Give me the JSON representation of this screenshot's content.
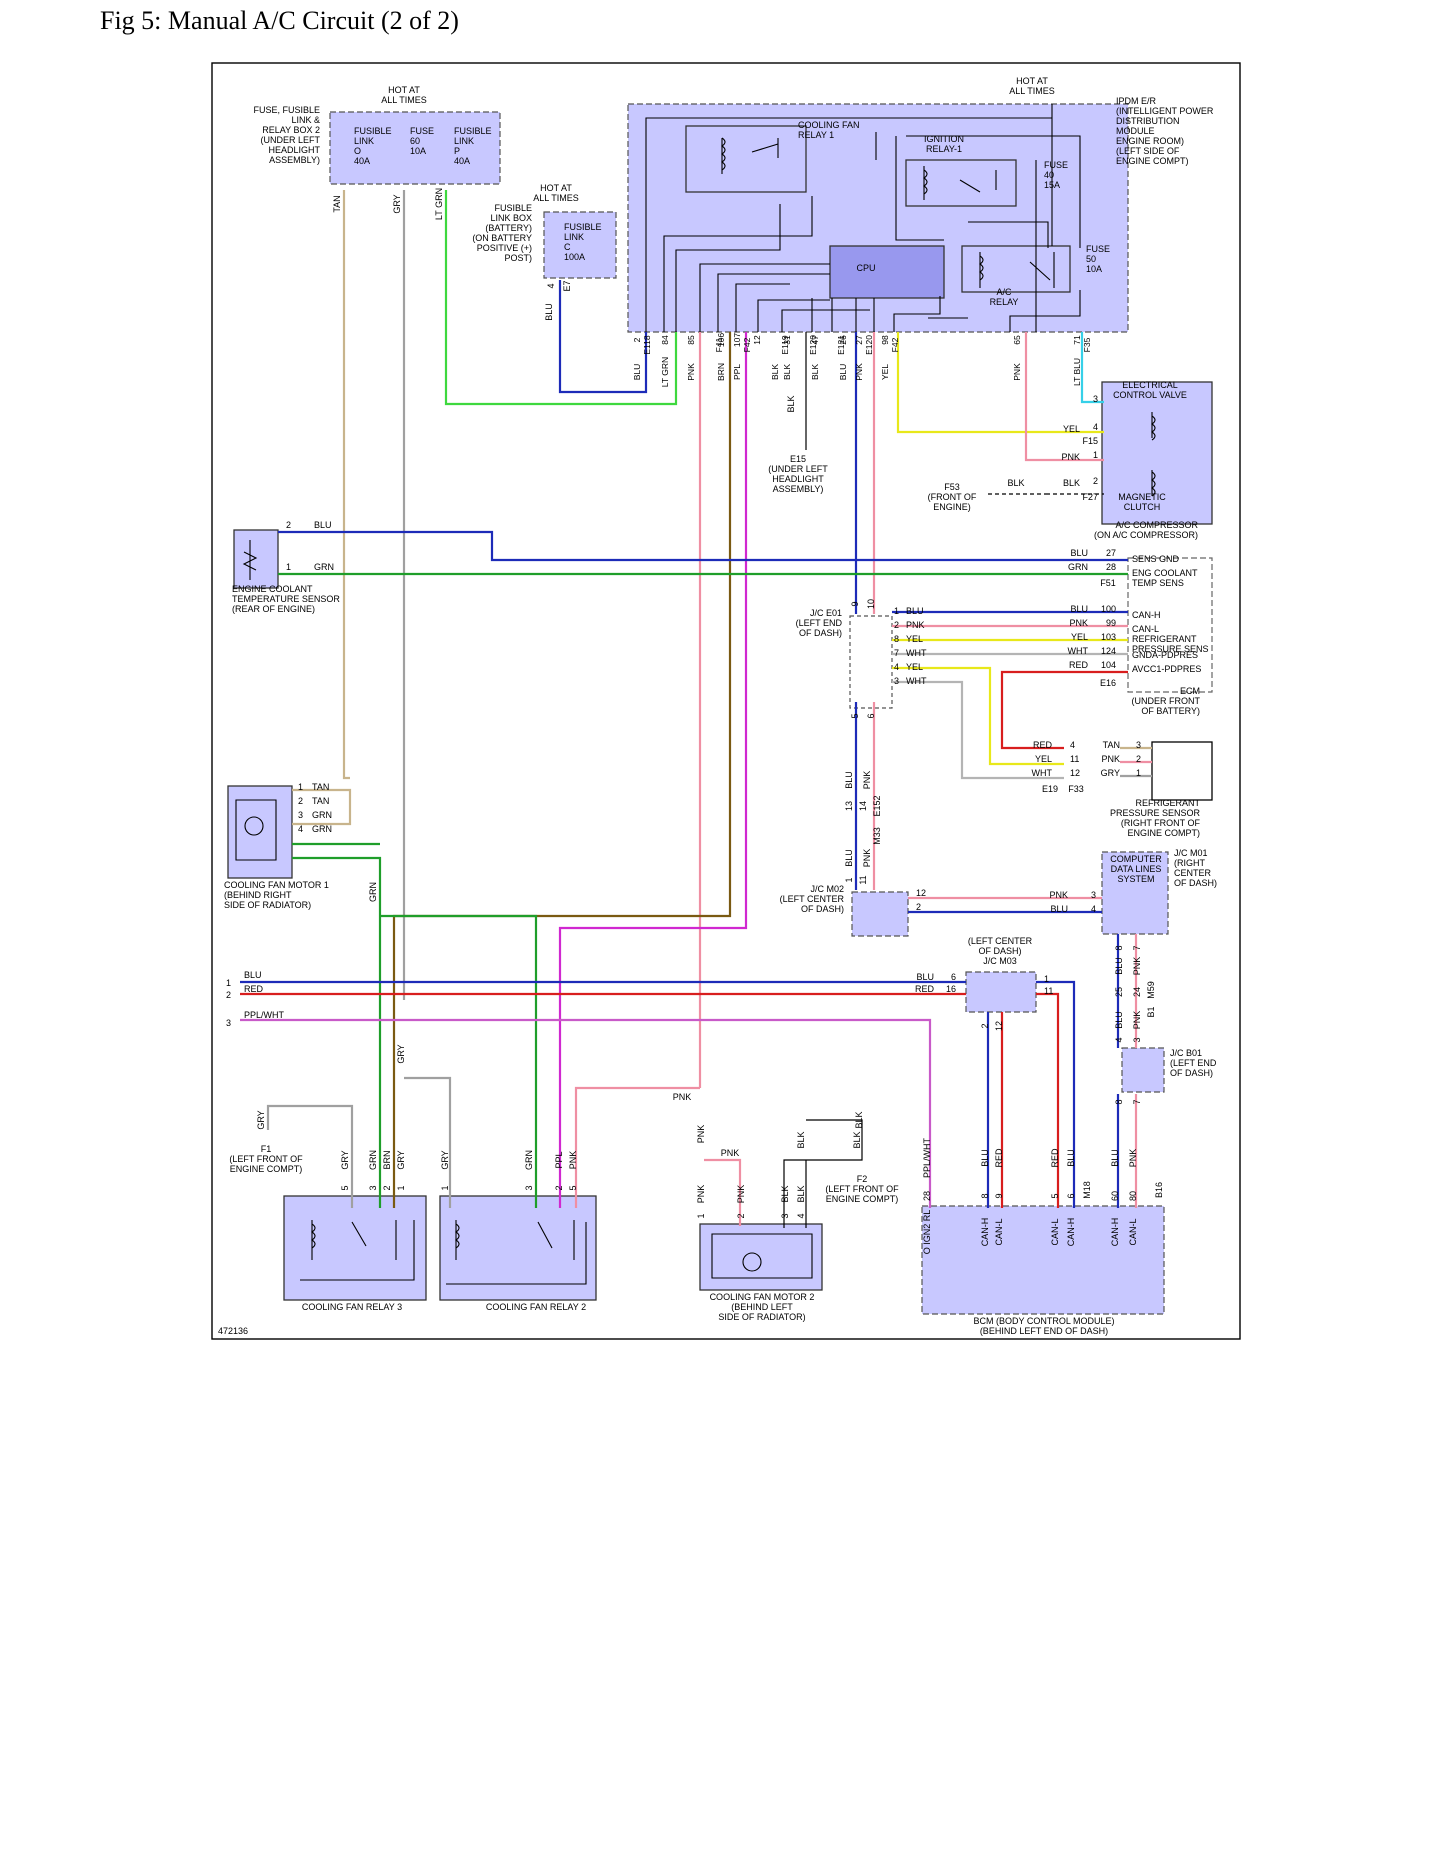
{
  "title": "Fig 5: Manual A/C Circuit (2 of 2)",
  "figure_id": "472136",
  "colors": {
    "blu": "#1d2bb8",
    "grn": "#1f9e2a",
    "lt_grn": "#3ed83e",
    "red": "#d81e1e",
    "pnk": "#ef8fa3",
    "yel": "#e8e81a",
    "wht": "#b4b4b4",
    "tan": "#c8b48c",
    "gry": "#a0a0a0",
    "brn": "#7a5a12",
    "ppl": "#d028d0",
    "ppl_wht": "#c85ac8",
    "lt_blu": "#36d0e8",
    "blk": "#000000",
    "comp_fill": "#c8c8ff"
  },
  "hot": {
    "fuse_box": "HOT AT\nALL TIMES",
    "battery": "HOT AT\nALL TIMES",
    "ipdm": "HOT AT\nALL TIMES"
  },
  "fusible_box2": {
    "label": "FUSE, FUSIBLE\nLINK &\nRELAY BOX 2\n(UNDER LEFT\nHEADLIGHT\nASSEMBLY)",
    "link_o": "FUSIBLE\nLINK\nO\n40A",
    "fuse60": "FUSE\n60\n10A",
    "link_p": "FUSIBLE\nLINK\nP\n40A",
    "wires": [
      "TAN",
      "GRY",
      "LT GRN"
    ]
  },
  "battery_box": {
    "label": "FUSIBLE\nLINK BOX\n(BATTERY)\n(ON BATTERY\nPOSITIVE (+)\nPOST)",
    "link_c": "FUSIBLE\nLINK\nC\n100A",
    "pin": "4",
    "conn": "E7",
    "wire": "BLU"
  },
  "ipdm": {
    "label": "IPDM E/R\n(INTELLIGENT POWER\nDISTRIBUTION\nMODULE\nENGINE ROOM)\n(LEFT SIDE OF\nENGINE COMPT)",
    "cooling_fan_relay1": "COOLING FAN\nRELAY 1",
    "ignition_relay": "IGNITION\nRELAY-1",
    "cpu": "CPU",
    "ac_relay": "A/C\nRELAY",
    "fuse40": "FUSE\n40\n15A",
    "fuse50": "FUSE\n50\n10A",
    "pins": [
      {
        "pin": "2",
        "conn": "E118",
        "wire": "BLU"
      },
      {
        "pin": "84",
        "conn": "",
        "wire": "LT GRN"
      },
      {
        "pin": "85",
        "conn": "",
        "wire": "PNK"
      },
      {
        "pin": "",
        "conn": "F41",
        "wire": ""
      },
      {
        "pin": "106",
        "conn": "",
        "wire": "BRN"
      },
      {
        "pin": "107",
        "conn": "F42",
        "wire": "PPL"
      },
      {
        "pin": "12",
        "conn": "",
        "wire": ""
      },
      {
        "pin": "",
        "conn": "E119",
        "wire": "BLK"
      },
      {
        "pin": "31",
        "conn": "",
        "wire": "BLK"
      },
      {
        "pin": "",
        "conn": "E120",
        "wire": ""
      },
      {
        "pin": "47",
        "conn": "",
        "wire": "BLK"
      },
      {
        "pin": "",
        "conn": "E121",
        "wire": ""
      },
      {
        "pin": "26",
        "conn": "",
        "wire": "BLU"
      },
      {
        "pin": "27",
        "conn": "E120",
        "wire": "PNK"
      },
      {
        "pin": "98",
        "conn": "F42",
        "wire": "YEL"
      },
      {
        "pin": "65",
        "conn": "",
        "wire": "PNK"
      },
      {
        "pin": "71",
        "conn": "F35",
        "wire": "LT BLU"
      }
    ]
  },
  "ground_e15": {
    "wire": "BLK",
    "label": "E15\n(UNDER LEFT\nHEADLIGHT\nASSEMBLY)"
  },
  "compressor": {
    "ecv": "ELECTRICAL\nCONTROL VALVE",
    "clutch": "MAGNETIC\nCLUTCH",
    "label": "A/C COMPRESSOR\n(ON A/C COMPRESSOR)",
    "pins": [
      {
        "pin": "3",
        "wire": ""
      },
      {
        "pin": "4",
        "wire": "YEL"
      },
      {
        "pin": "1",
        "wire": "PNK"
      },
      {
        "pin": "2",
        "wire": "BLK"
      }
    ],
    "conn_a": "F15",
    "conn_b": "F27",
    "ground_f53": "F53\n(FRONT OF\nENGINE)",
    "gnd_wire": "BLK"
  },
  "ects": {
    "label": "ENGINE COOLANT\nTEMPERATURE SENSOR\n(REAR OF ENGINE)",
    "pin2": "2",
    "wire2": "BLU",
    "pin1": "1",
    "wire1": "GRN"
  },
  "ecm": {
    "label": "ECM\n(UNDER FRONT\nOF BATTERY)",
    "conn_top": "F51",
    "conn_bot": "E16",
    "rows": [
      {
        "wire": "BLU",
        "pin": "27",
        "sig": "SENS GND"
      },
      {
        "wire": "GRN",
        "pin": "28",
        "sig": "ENG COOLANT\nTEMP SENS"
      },
      {
        "wire": "BLU",
        "pin": "100",
        "sig": "CAN-H"
      },
      {
        "wire": "PNK",
        "pin": "99",
        "sig": "CAN-L"
      },
      {
        "wire": "YEL",
        "pin": "103",
        "sig": "REFRIGERANT\nPRESSURE SENS"
      },
      {
        "wire": "WHT",
        "pin": "124",
        "sig": "GNDA-PDPRES"
      },
      {
        "wire": "RED",
        "pin": "104",
        "sig": "AVCC1-PDPRES"
      }
    ]
  },
  "jc_e01": {
    "label": "J/C E01\n(LEFT END\nOF DASH)",
    "top_pins": [
      "9",
      "10"
    ],
    "bot_pins": [
      "5",
      "6"
    ],
    "rows": [
      {
        "pin": "1",
        "wire": "BLU"
      },
      {
        "pin": "2",
        "wire": "PNK"
      },
      {
        "pin": "8",
        "wire": "YEL"
      },
      {
        "pin": "7",
        "wire": "WHT"
      },
      {
        "pin": "4",
        "wire": "YEL"
      },
      {
        "pin": "3",
        "wire": "WHT"
      }
    ]
  },
  "refrig_sensor": {
    "label": "REFRIGERANT\nPRESSURE SENSOR\n(RIGHT FRONT OF\nENGINE COMPT)",
    "rows": [
      {
        "l_wire": "RED",
        "l_pin": "4",
        "r_wire": "TAN",
        "r_pin": "3"
      },
      {
        "l_wire": "YEL",
        "l_pin": "11",
        "r_wire": "PNK",
        "r_pin": "2"
      },
      {
        "l_wire": "WHT",
        "l_pin": "12",
        "r_wire": "GRY",
        "r_pin": "1"
      }
    ],
    "conn_l": "E19",
    "conn_r": "F33"
  },
  "harness_mid": {
    "wires": [
      "BLU",
      "PNK"
    ],
    "pins": [
      "13",
      "14"
    ],
    "conn": "E152",
    "conn2": "M33",
    "pins2": [
      "1",
      "11"
    ]
  },
  "jc_m02": {
    "label": "J/C M02\n(LEFT CENTER\nOF DASH)",
    "pins": [
      "12",
      "2"
    ]
  },
  "cdl": {
    "label": "COMPUTER\nDATA LINES\nSYSTEM",
    "jc": "J/C M01\n(RIGHT\nCENTER\nOF DASH)",
    "rows": [
      {
        "wire": "PNK",
        "pin": "3"
      },
      {
        "wire": "BLU",
        "pin": "4"
      }
    ]
  },
  "jc_m03": {
    "label": "(LEFT CENTER\nOF DASH)\nJ/C M03",
    "l_rows": [
      {
        "wire": "BLU",
        "pin": "6"
      },
      {
        "wire": "RED",
        "pin": "16"
      }
    ],
    "r_pins": [
      "1",
      "11"
    ],
    "b_pins": [
      "2",
      "12"
    ]
  },
  "cfm1": {
    "label": "COOLING FAN MOTOR 1\n(BEHIND RIGHT\nSIDE OF RADIATOR)",
    "rows": [
      {
        "pin": "1",
        "wire": "TAN"
      },
      {
        "pin": "2",
        "wire": "TAN"
      },
      {
        "pin": "3",
        "wire": "GRN"
      },
      {
        "pin": "4",
        "wire": "GRN"
      }
    ],
    "out": "GRN"
  },
  "ext_lines": [
    {
      "n": "1",
      "wire": "BLU"
    },
    {
      "n": "2",
      "wire": "RED"
    },
    {
      "n": "3",
      "wire": "PPL/WHT"
    }
  ],
  "m59": {
    "wires": [
      "BLU",
      "PNK"
    ],
    "pins": [
      "8",
      "7"
    ],
    "pins2": [
      "25",
      "24"
    ],
    "conn": "M59",
    "conn2": "B1",
    "pins3": [
      "4",
      "3"
    ]
  },
  "jc_b01": {
    "label": "J/C B01\n(LEFT END\nOF DASH)",
    "pins": [
      "8",
      "7"
    ]
  },
  "ground_f1": {
    "wire": "GRY",
    "label": "F1\n(LEFT FRONT OF\nENGINE COMPT)"
  },
  "ground_f2": {
    "wire": "BLK",
    "label": "F2\n(LEFT FRONT OF\nENGINE COMPT)"
  },
  "relay3": {
    "label": "COOLING FAN RELAY 3",
    "wires": [
      "GRY",
      "GRN",
      "BRN",
      "GRY"
    ],
    "pins": [
      "5",
      "3",
      "2",
      "1"
    ]
  },
  "relay2": {
    "label": "COOLING FAN RELAY 2",
    "wires": [
      "GRY",
      "GRN",
      "PPL",
      "PNK"
    ],
    "pins": [
      "1",
      "3",
      "2",
      "5"
    ]
  },
  "cfm2": {
    "label": "COOLING FAN MOTOR 2\n(BEHIND LEFT\nSIDE OF RADIATOR)",
    "wires": [
      "PNK",
      "PNK",
      "BLK",
      "BLK"
    ],
    "pins": [
      "1",
      "2",
      "3",
      "4"
    ],
    "top_wire": "PNK",
    "gnd_wire": "BLK"
  },
  "bcm": {
    "label": "BCM (BODY CONTROL MODULE)\n(BEHIND LEFT END OF DASH)",
    "conn1": "M18",
    "conn2": "B16",
    "pins": [
      {
        "pin": "28",
        "wire": "PPL/WHT",
        "sig": "O IGN2 RL"
      },
      {
        "pin": "8",
        "wire": "BLU",
        "sig": "CAN-H"
      },
      {
        "pin": "9",
        "wire": "RED",
        "sig": "CAN-L"
      },
      {
        "pin": "5",
        "wire": "RED",
        "sig": "CAN-L"
      },
      {
        "pin": "6",
        "wire": "BLU",
        "sig": "CAN-H"
      },
      {
        "pin": "60",
        "wire": "BLU",
        "sig": "CAN-H"
      },
      {
        "pin": "80",
        "wire": "PNK",
        "sig": "CAN-L"
      }
    ]
  },
  "misc": {
    "gry": "GRY",
    "pnk": "PNK",
    "blk": "BLK",
    "grn": "GRN"
  }
}
